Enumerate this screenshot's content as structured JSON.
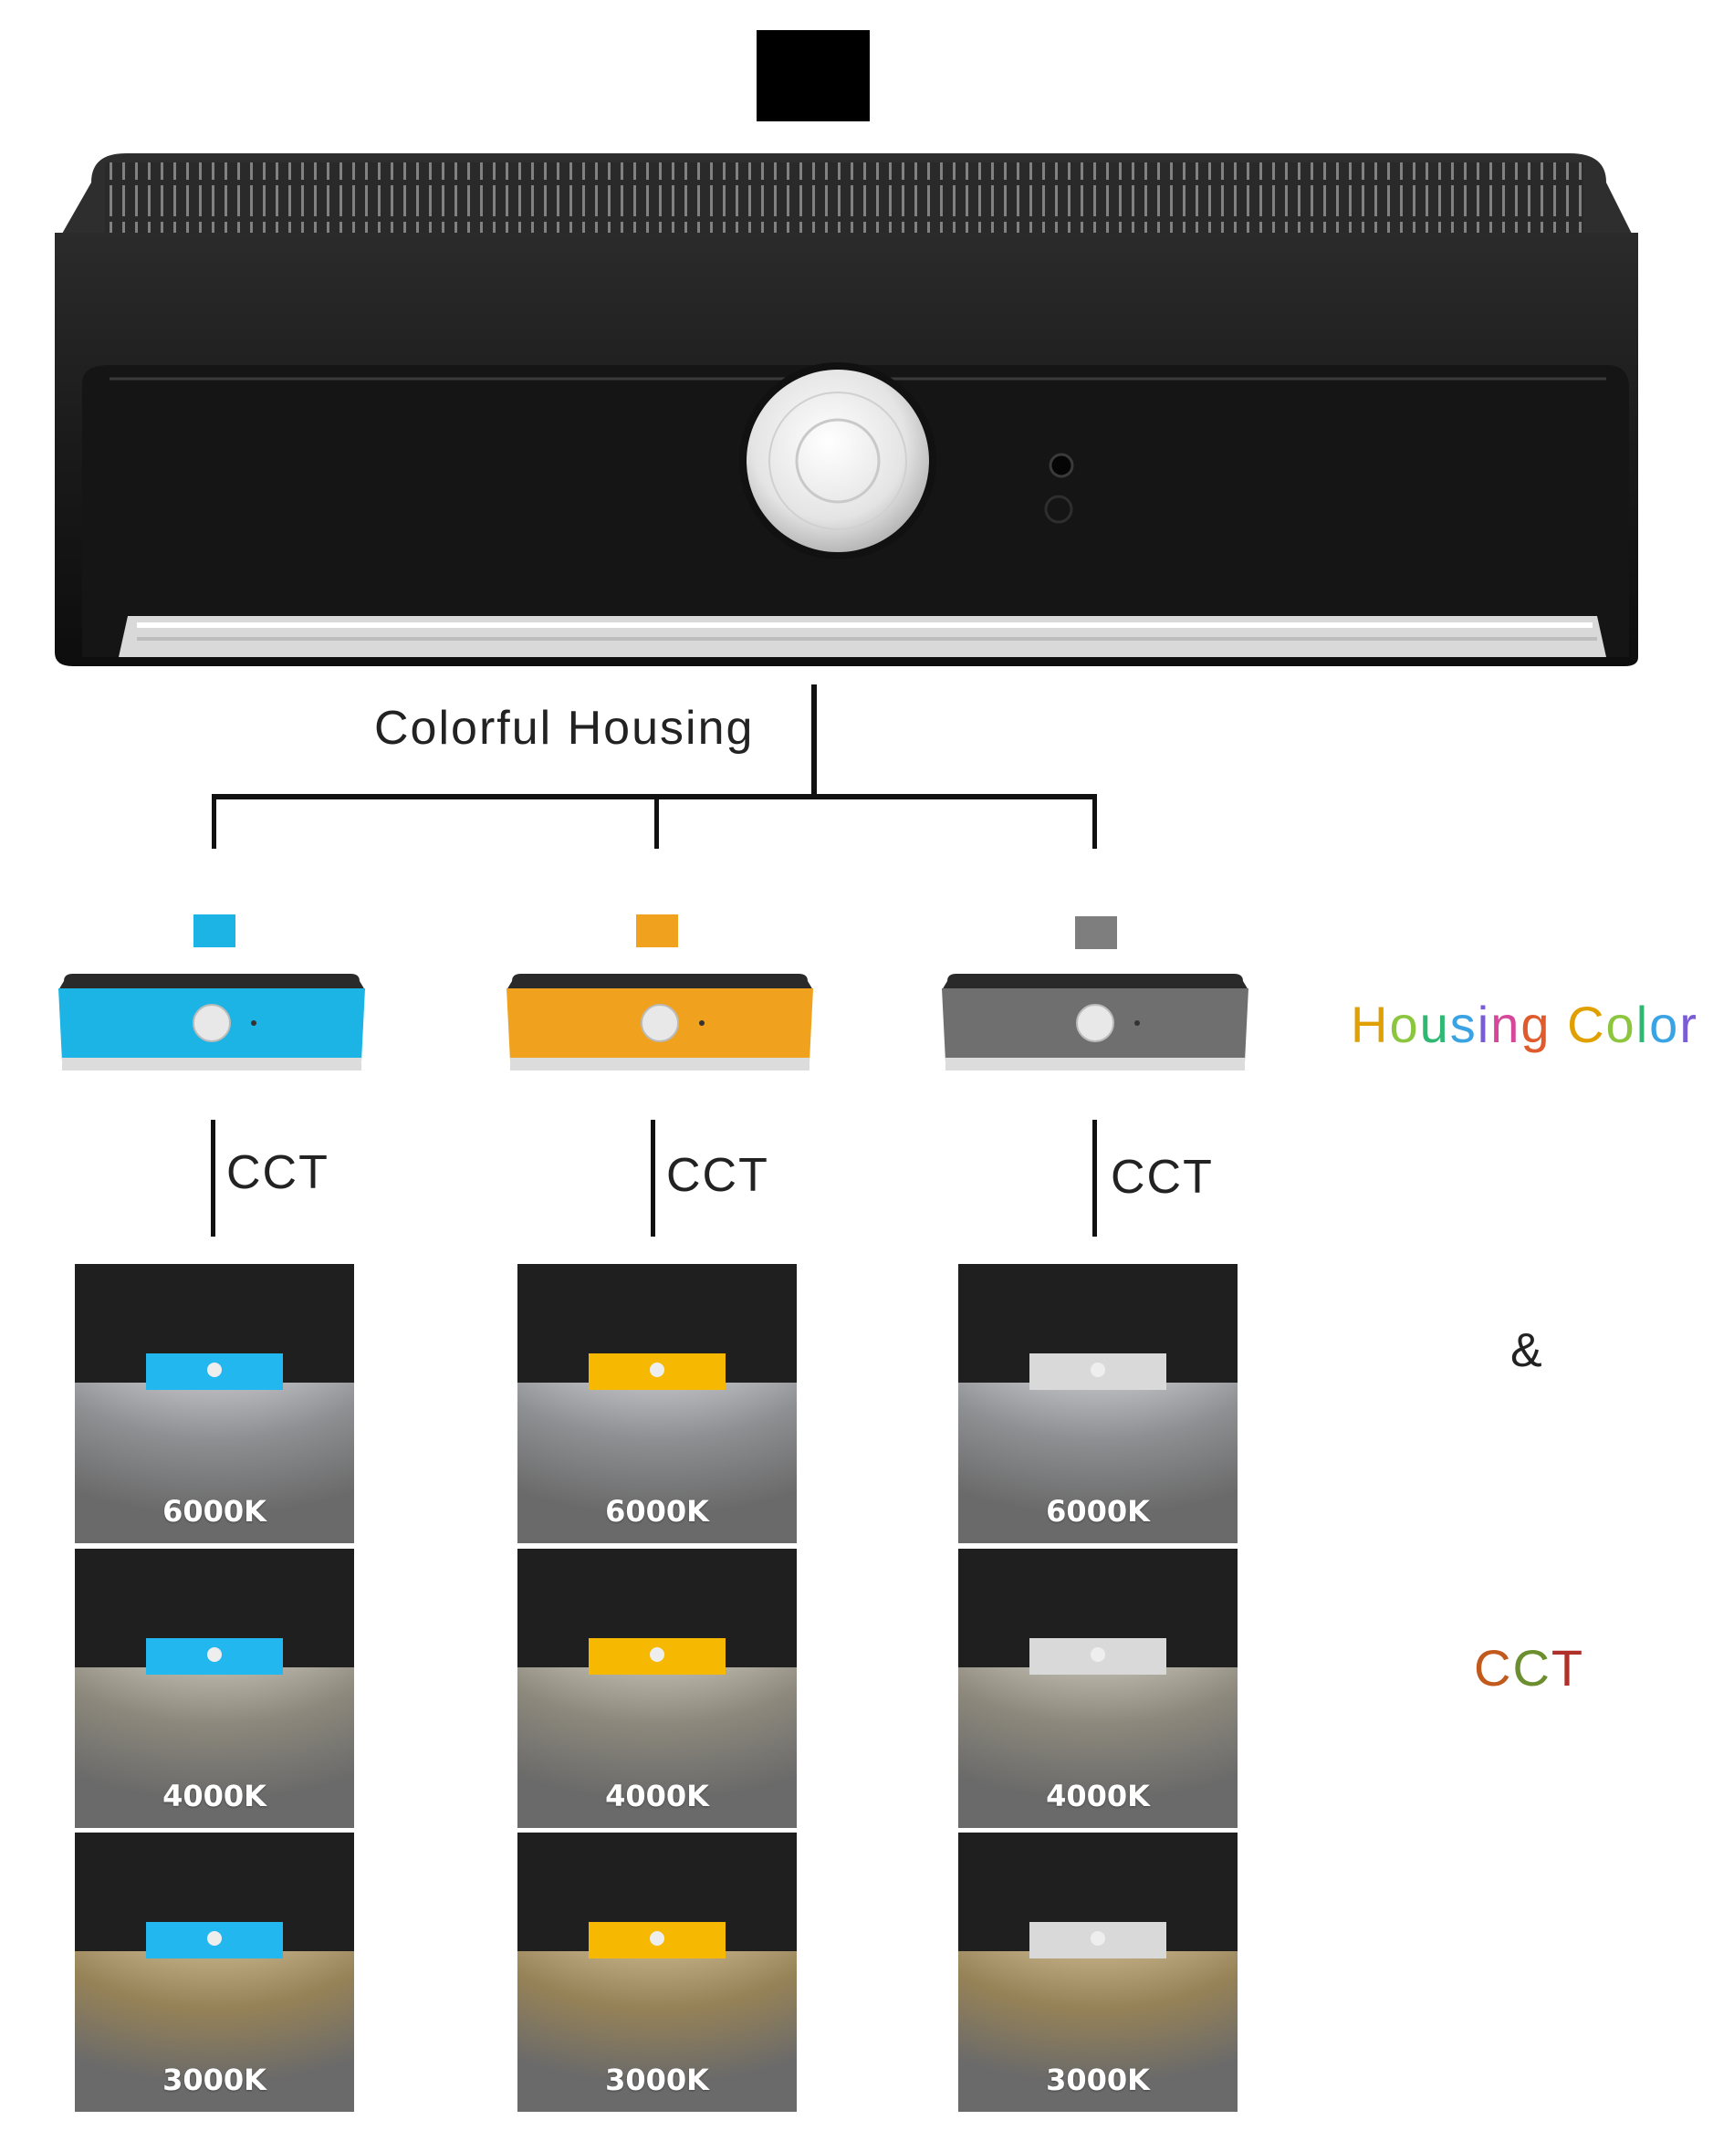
{
  "hero": {
    "housing_color": "#000000"
  },
  "tree": {
    "label": "Colorful Housing"
  },
  "variants": [
    {
      "name_color": "#1bb4e4",
      "cct_label": "CCT",
      "temps": [
        "6000K",
        "4000K",
        "3000K"
      ]
    },
    {
      "name_color": "#f0a21f",
      "cct_label": "CCT",
      "temps": [
        "6000K",
        "4000K",
        "3000K"
      ]
    },
    {
      "name_color": "#7e7e7e",
      "cct_label": "CCT",
      "temps": [
        "6000K",
        "4000K",
        "3000K"
      ]
    }
  ],
  "legend": {
    "housing_color_label": "Housing Color",
    "ampersand": "&",
    "cct_label": "CCT"
  }
}
